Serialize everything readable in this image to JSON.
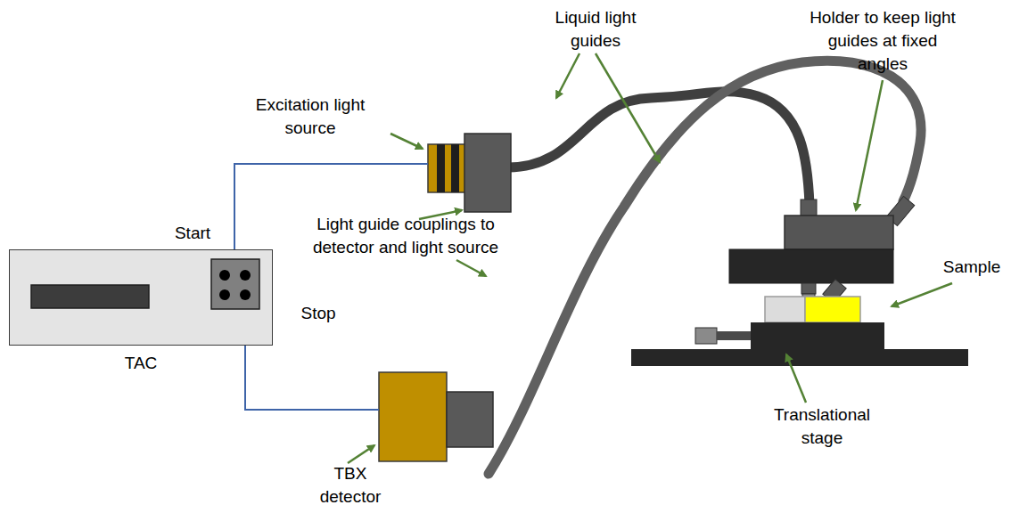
{
  "diagram": {
    "nodes": [
      {
        "text": [
          "TAC"
        ]
      }
    ],
    "labels": [
      "Excitation light source",
      "Liquid light guides",
      "Holder to keep light guides at fixed angles",
      "Start",
      "Light guide couplings to detector and light source",
      "Sample",
      "Stop",
      "TBX detector",
      "Translational stage"
    ]
  }
}
